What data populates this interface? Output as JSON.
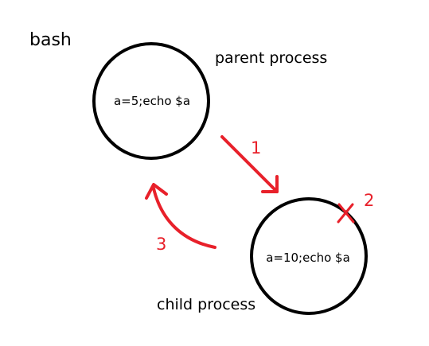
{
  "title": "bash",
  "parent": {
    "label": "parent process",
    "command": "a=5;echo $a"
  },
  "child": {
    "label": "child process",
    "command": "a=10;echo $a"
  },
  "steps": [
    "1",
    "2",
    "3"
  ],
  "colors": {
    "circle": "#000000",
    "arrow": "#e8202a",
    "text": "#000000"
  }
}
